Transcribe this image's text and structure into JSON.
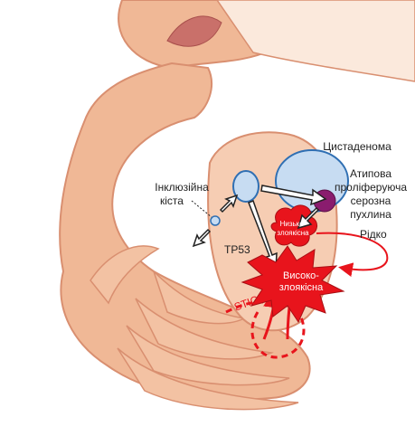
{
  "labels": {
    "cystadenoma": "Цистаденома",
    "atypical_line1": "Атипова",
    "atypical_line2": "проліферуюча",
    "atypical_line3": "серозна",
    "atypical_line4": "пухлина",
    "rare": "Рідко",
    "inclusion_line1": "Інклюзійна",
    "inclusion_line2": "кіста",
    "tp53": "TP53",
    "stic": "STIC",
    "low_grade_line1": "Низько-",
    "low_grade_line2": "злоякісна",
    "high_grade_line1": "Високо-",
    "high_grade_line2": "злоякісна"
  },
  "colors": {
    "tissue": "#f0b896",
    "tissue_edge": "#d98f70",
    "cyst_fill": "#c7dcf2",
    "cyst_edge": "#2f6fb3",
    "tumor_red": "#e8141c",
    "tumor_purple": "#8a1c6e",
    "text_dark": "#222222"
  }
}
